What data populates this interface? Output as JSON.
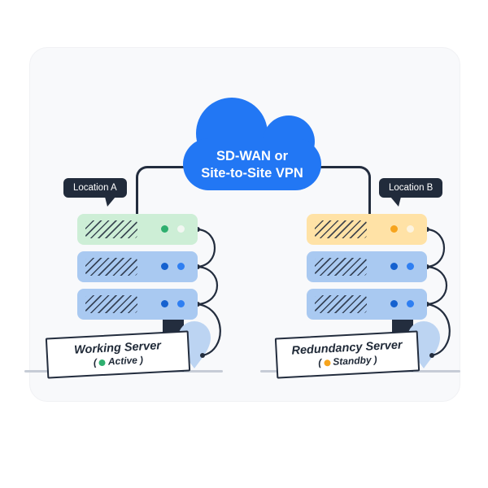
{
  "cloud": {
    "line1": "SD-WAN or",
    "line2": "Site-to-Site VPN",
    "fill": "#2277f4"
  },
  "locations": {
    "a": {
      "label": "Location A"
    },
    "b": {
      "label": "Location B"
    }
  },
  "servers": {
    "working": {
      "title": "Working Server",
      "status": {
        "open": "(",
        "label": "Active",
        "close": ")",
        "dot_color": "#2eaf6f"
      },
      "top_unit_color": "#cdeed6",
      "top_unit_leds": [
        "green",
        "white"
      ],
      "lower_unit_leds": [
        "blue",
        "blue"
      ]
    },
    "redundancy": {
      "title": "Redundancy Server",
      "status": {
        "open": "(",
        "label": "Standby",
        "close": ")",
        "dot_color": "#f6a41d"
      },
      "top_unit_color": "#ffe2a6",
      "top_unit_leds": [
        "orange",
        "white"
      ],
      "lower_unit_leds": [
        "blue",
        "blue"
      ]
    }
  },
  "palette": {
    "navy": "#232d3e",
    "cloud_blue": "#2277f4",
    "unit_blue": "#a9c9f1",
    "unit_green": "#cdeed6",
    "unit_yellow": "#ffe2a6",
    "active_green": "#2eaf6f",
    "standby_orange": "#f6a41d",
    "pin_blue": "#bcd4f2"
  }
}
